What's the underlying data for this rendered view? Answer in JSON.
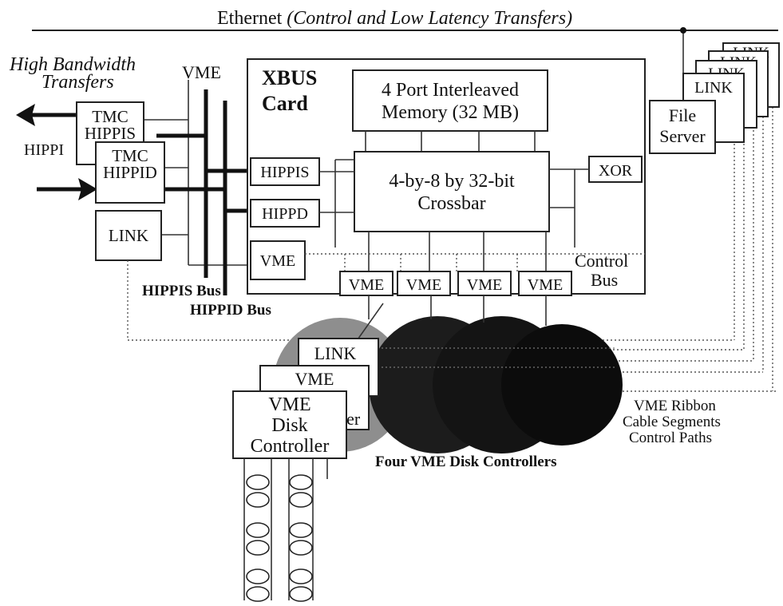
{
  "ethernet": {
    "prefix": "Ethernet",
    "italic": "(Control and Low Latency Transfers)"
  },
  "hbt": {
    "line1": "High Bandwidth",
    "line2": "Transfers"
  },
  "vme_top": "VME",
  "hippi_side": "HIPPI",
  "tmc_hippis": {
    "line1": "TMC",
    "line2": "HIPPIS"
  },
  "tmc_hippid": {
    "line1": "TMC",
    "line2": "HIPPID"
  },
  "link_left": "LINK",
  "xbus": {
    "line1": "XBUS",
    "line2": "Card"
  },
  "memory": {
    "line1": "4 Port Interleaved",
    "line2": "Memory (32 MB)"
  },
  "crossbar": {
    "line1": "4-by-8 by 32-bit",
    "line2": "Crossbar"
  },
  "xor": "XOR",
  "hippis_port": "HIPPIS",
  "hippd_port": "HIPPD",
  "vme_port": "VME",
  "control_bus": {
    "line1": "Control",
    "line2": "Bus"
  },
  "vme_ports": [
    "VME",
    "VME",
    "VME",
    "VME"
  ],
  "hippis_bus": "HIPPIS Bus",
  "hippid_bus": "HIPPID Bus",
  "file_server": {
    "line1": "File",
    "line2": "Server"
  },
  "link_stack": [
    "LINK",
    "LINK",
    "LINK",
    "LINK"
  ],
  "stack_cards": {
    "link": "LINK",
    "vme": "VME",
    "partial": "ler"
  },
  "disk_controller": {
    "line1": "VME",
    "line2": "Disk",
    "line3": "Controller"
  },
  "four_vme": "Four VME Disk Controllers",
  "ribbon": {
    "line1": "VME Ribbon",
    "line2": "Cable Segments",
    "line3": "Control Paths"
  }
}
